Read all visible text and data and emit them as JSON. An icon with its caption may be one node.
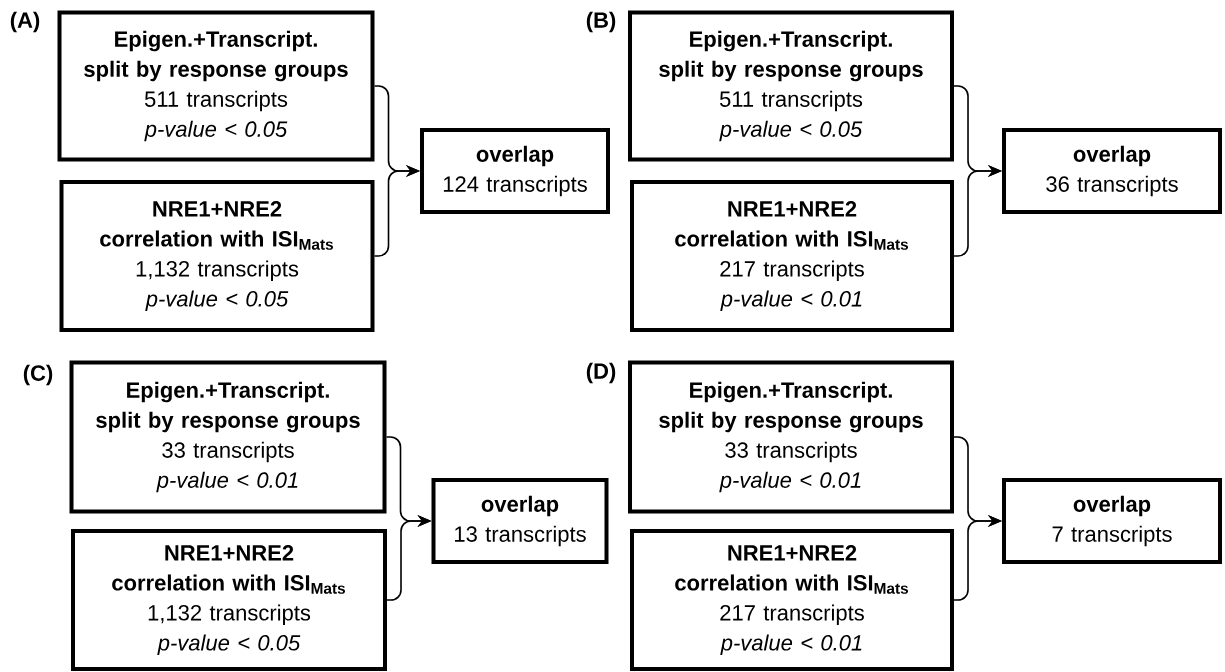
{
  "diagram": {
    "nodes": [
      {
        "text": [
          "Epigen.+Transcript.",
          "split by response groups",
          "511 transcripts",
          "p-value < 0.05"
        ]
      },
      {
        "text": [
          "NRE1+NRE2",
          "correlation with ISI$_{Mats}$",
          "1,132 transcripts",
          "p-value < 0.05"
        ]
      },
      {
        "text": [
          "overlap",
          "124 transcripts"
        ]
      },
      {
        "text": [
          "Epigen.+Transcript.",
          "split by response groups",
          "511 transcripts",
          "p-value < 0.05"
        ]
      },
      {
        "text": [
          "NRE1+NRE2",
          "correlation with ISI$_{Mats}$",
          "217 transcripts",
          "p-value < 0.01"
        ]
      },
      {
        "text": [
          "overlap",
          "36 transcripts"
        ]
      },
      {
        "text": [
          "Epigen.+Transcript.",
          "split by response groups",
          "33 transcripts",
          "p-value < 0.01"
        ]
      },
      {
        "text": [
          "NRE1+NRE2",
          "correlation with ISI$_{Mats}$",
          "1,132 transcripts",
          "p-value < 0.05"
        ]
      },
      {
        "text": [
          "overlap",
          "13 transcripts"
        ]
      },
      {
        "text": [
          "Epigen.+Transcript.",
          "split by response groups",
          "33 transcripts",
          "p-value < 0.01"
        ]
      },
      {
        "text": [
          "NRE1+NRE2",
          "correlation with ISI$_{Mats}$",
          "217 transcripts",
          "p-value < 0.01"
        ]
      },
      {
        "text": [
          "overlap",
          "7 transcripts"
        ]
      }
    ],
    "edges": [
      {
        "from": 0,
        "to": 2,
        "arrow": "to"
      },
      {
        "from": 1,
        "to": 2,
        "arrow": "to"
      },
      {
        "from": 3,
        "to": 5,
        "arrow": "to"
      },
      {
        "from": 4,
        "to": 5,
        "arrow": "to"
      },
      {
        "from": 6,
        "to": 8,
        "arrow": "to"
      },
      {
        "from": 7,
        "to": 8,
        "arrow": "to"
      },
      {
        "from": 9,
        "to": 11,
        "arrow": "to"
      },
      {
        "from": 10,
        "to": 11,
        "arrow": "to"
      }
    ],
    "labels": [
      "(A)",
      "(B)",
      "(C)",
      "(D)"
    ]
  }
}
